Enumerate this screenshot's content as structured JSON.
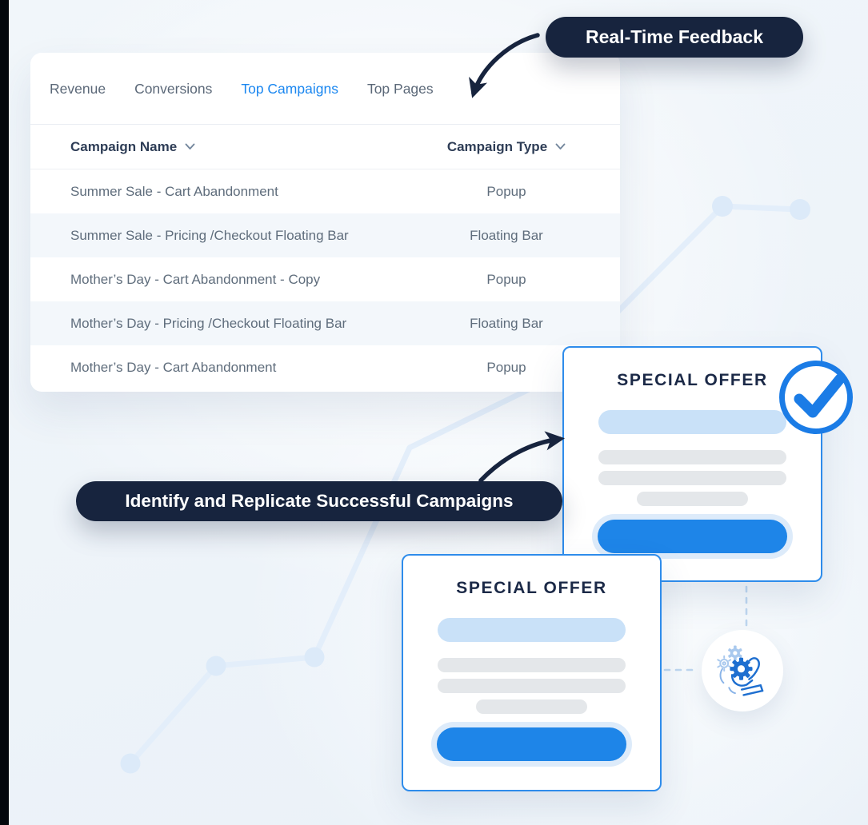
{
  "callouts": {
    "realtime_label": "Real-Time Feedback",
    "identify_label": "Identify and Replicate Successful Campaigns"
  },
  "analytics_card": {
    "tabs": [
      {
        "label": "Revenue",
        "active": false
      },
      {
        "label": "Conversions",
        "active": false
      },
      {
        "label": "Top Campaigns",
        "active": true
      },
      {
        "label": "Top Pages",
        "active": false
      }
    ],
    "table": {
      "columns": [
        {
          "label": "Campaign Name",
          "sortable": true
        },
        {
          "label": "Campaign Type",
          "sortable": true
        }
      ],
      "rows": [
        {
          "name": "Summer Sale - Cart Abandonment",
          "type": "Popup"
        },
        {
          "name": "Summer Sale - Pricing /Checkout Floating Bar",
          "type": "Floating Bar"
        },
        {
          "name": "Mother’s Day - Cart Abandonment - Copy",
          "type": "Popup"
        },
        {
          "name": "Mother’s Day - Pricing /Checkout Floating Bar",
          "type": "Floating Bar"
        },
        {
          "name": "Mother’s Day - Cart Abandonment",
          "type": "Popup"
        }
      ]
    }
  },
  "offer_cards": {
    "title": "SPECIAL OFFER"
  },
  "icons": {
    "sort": "chevron-down-icon",
    "success": "check-circle-icon",
    "automation": "hand-gears-icon",
    "callout_pointer": "curved-arrow-icon"
  },
  "colors": {
    "navy": "#17243e",
    "accent_blue": "#1e85e8",
    "tab_active_blue": "#1b87f0",
    "offer_border_blue": "#2e8ceb",
    "hero_bar_blue": "#c9e1f8",
    "placeholder_gray": "#e4e7ea",
    "row_stripe": "#f3f7fb",
    "chart_line": "#e3eefa"
  }
}
